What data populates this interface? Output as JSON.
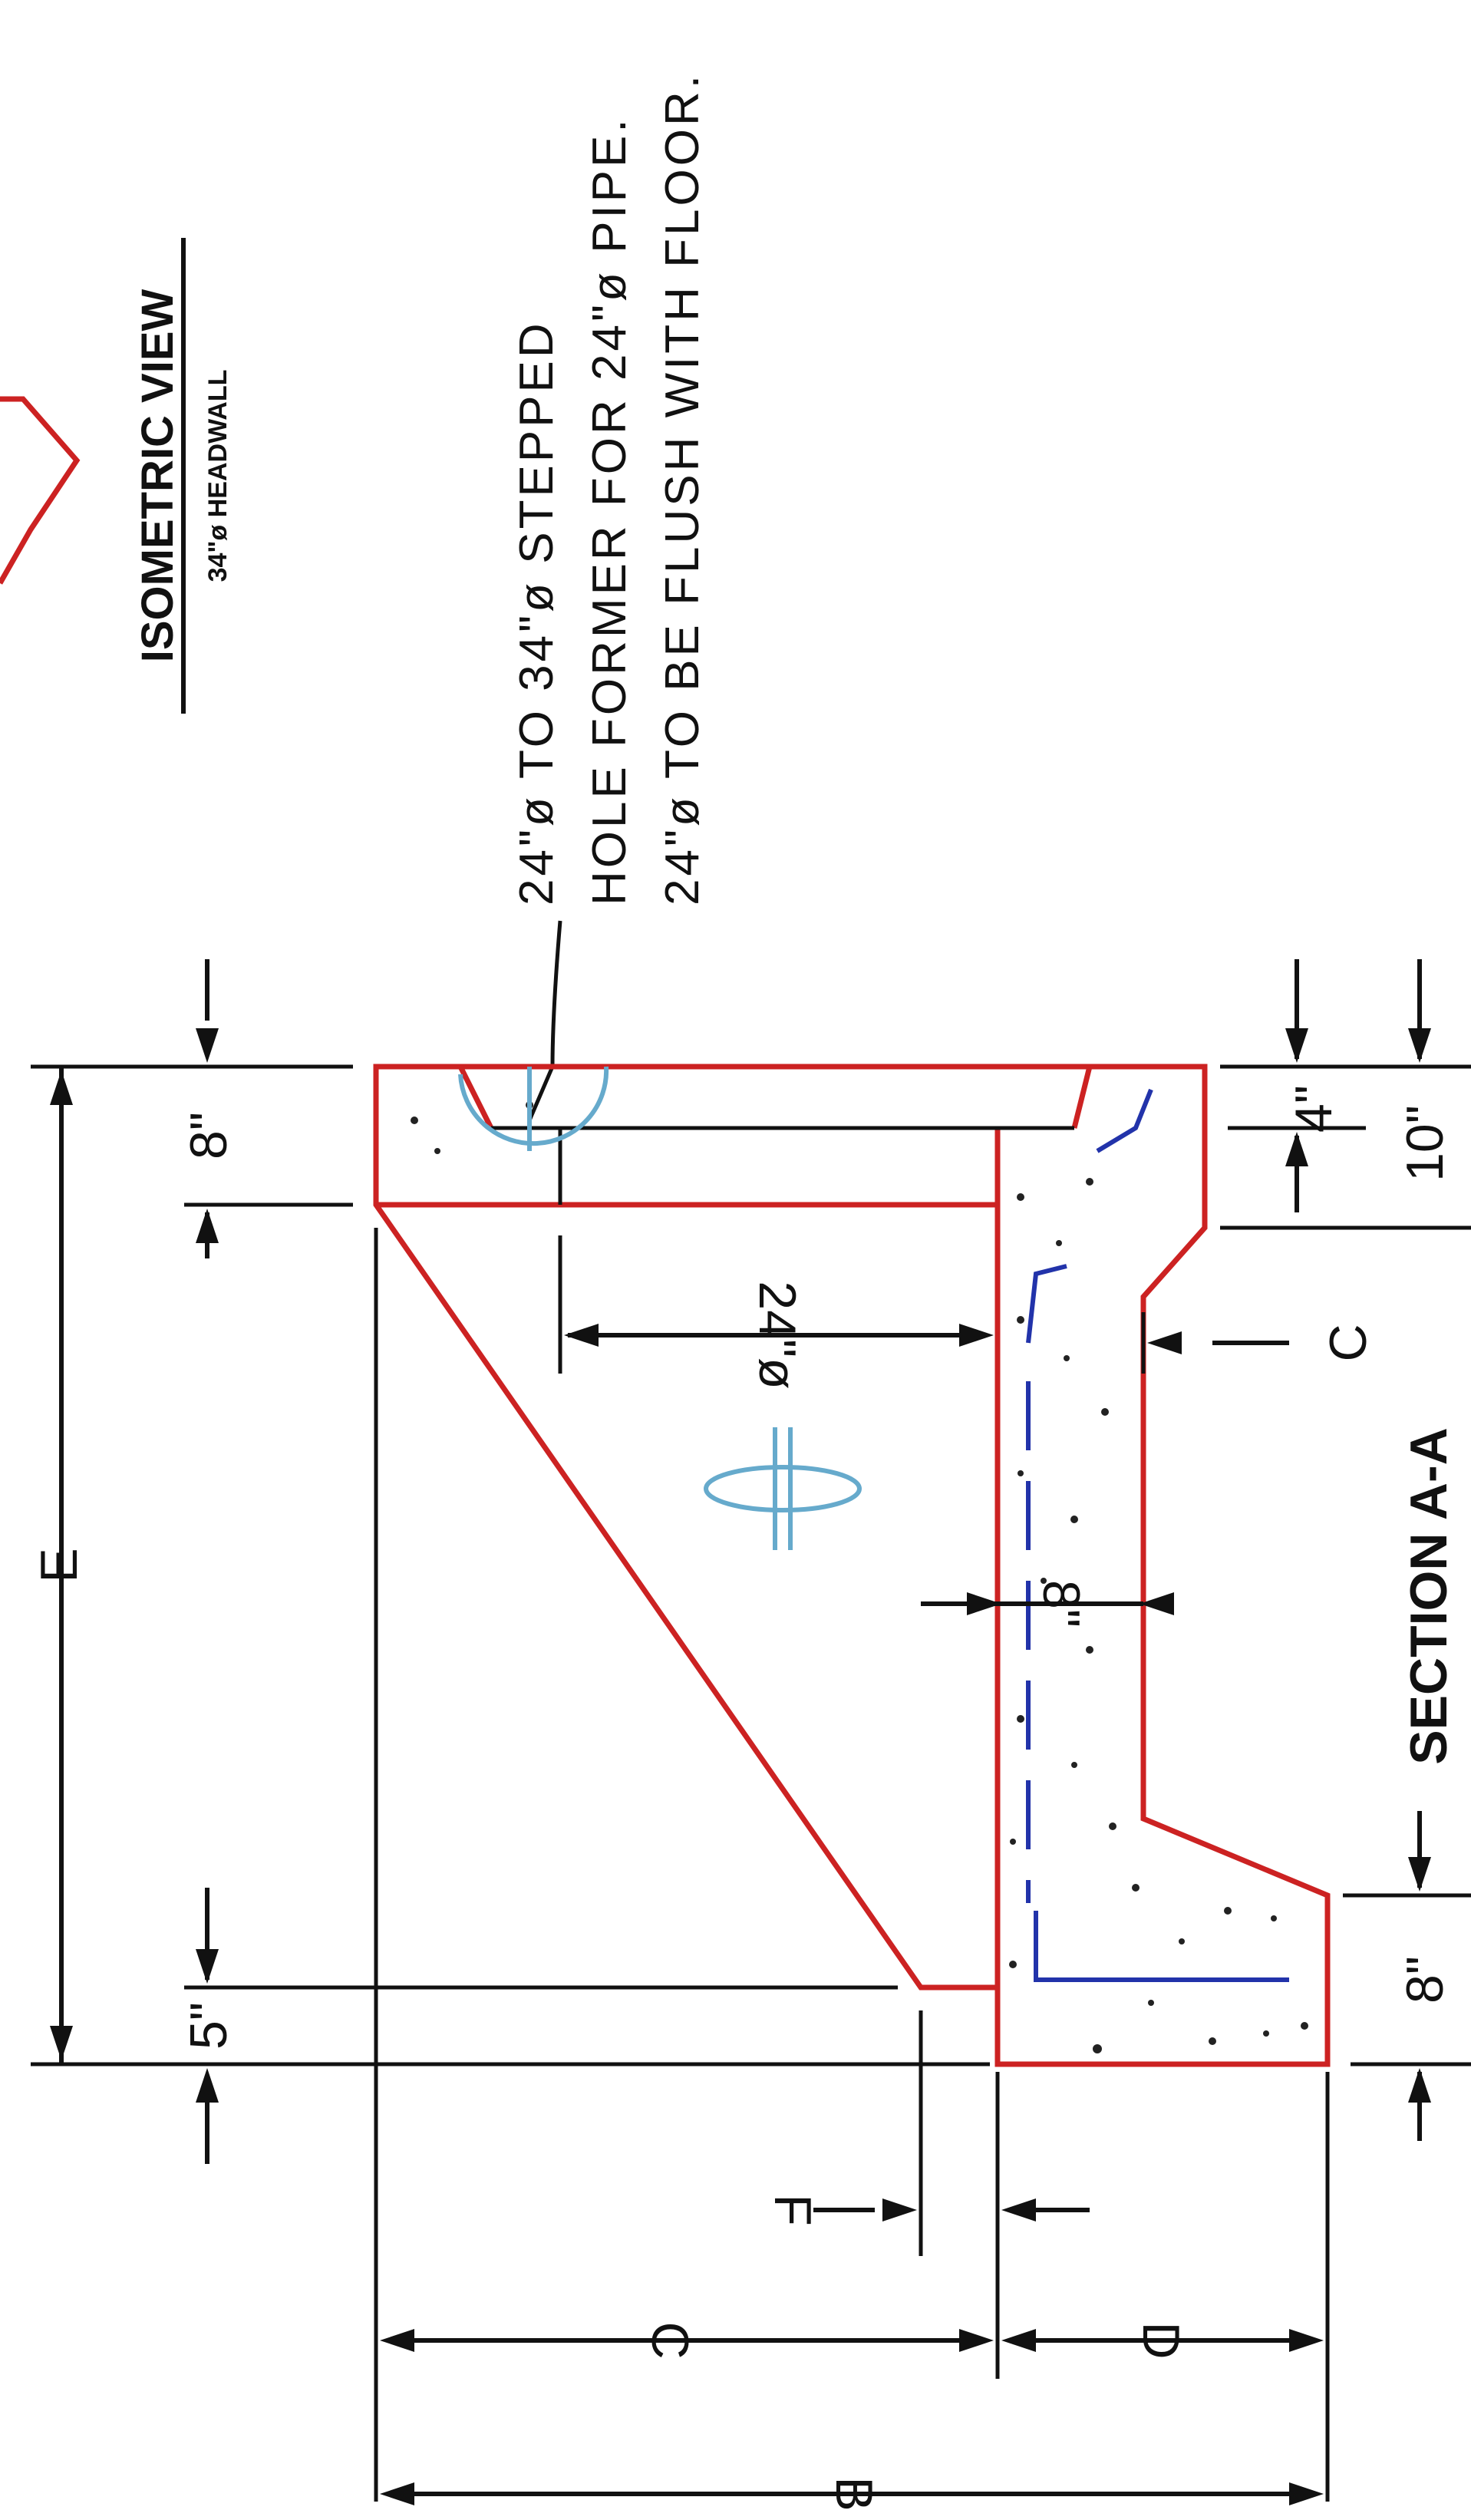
{
  "drawing": {
    "isometric_title": "ISOMETRIC VIEW",
    "isometric_subtitle": "34\"ø HEADWALL",
    "section_title": "SECTION A-A",
    "note_lines": [
      "24\"ø TO 34\"ø STEPPED",
      "HOLE FORMER FOR 24\"ø PIPE.",
      "24\"ø TO BE FLUSH WITH FLOOR."
    ],
    "dimensions": {
      "top_wall": "8\"",
      "E": "E",
      "five": "5\"",
      "pipe": "24\"ø",
      "four": "4\"",
      "ten": "10\"",
      "C_right": "C",
      "eight_mid": "8\"",
      "eight_bottom": "8\"",
      "F": "F",
      "C_left": "C",
      "D": "D",
      "B": "B"
    }
  },
  "colors": {
    "outline": "#cc2222",
    "rebar": "#2233aa",
    "pipe_symbol": "#66aacc",
    "dimension": "#111111"
  }
}
